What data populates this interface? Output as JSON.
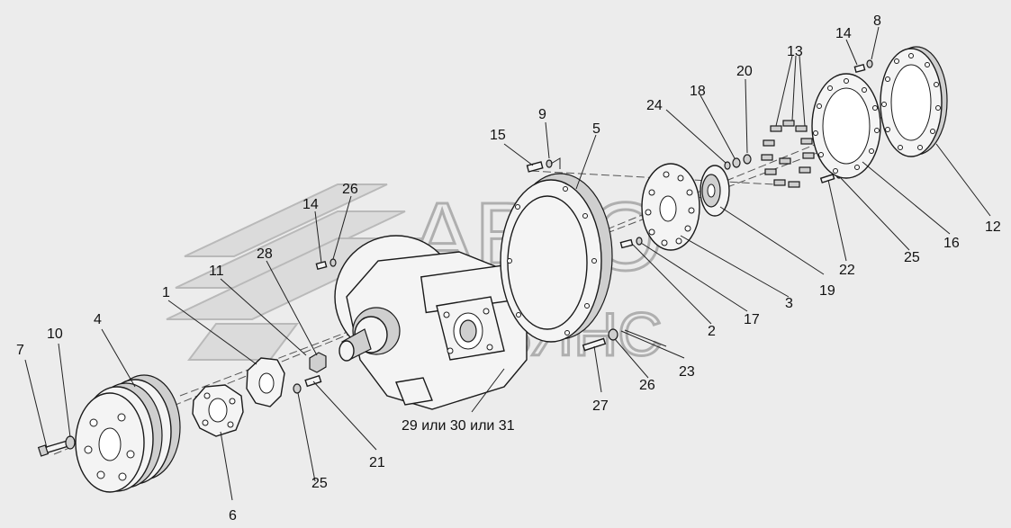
{
  "watermark": {
    "line1": "АВТО",
    "line2": "АЛЬЯНС"
  },
  "callouts": {
    "c1": "1",
    "c2": "2",
    "c3": "3",
    "c4": "4",
    "c5": "5",
    "c6": "6",
    "c7": "7",
    "c8": "8",
    "c9": "9",
    "c10": "10",
    "c11": "11",
    "c12": "12",
    "c13": "13",
    "c14a": "14",
    "c14b": "14",
    "c15": "15",
    "c16": "16",
    "c17": "17",
    "c18": "18",
    "c19": "19",
    "c20": "20",
    "c21": "21",
    "c22": "22",
    "c23": "23",
    "c24": "24",
    "c25a": "25",
    "c25b": "25",
    "c26a": "26",
    "c26b": "26",
    "c27": "27",
    "c28": "28",
    "c2931": "29 или 30 или 31"
  }
}
